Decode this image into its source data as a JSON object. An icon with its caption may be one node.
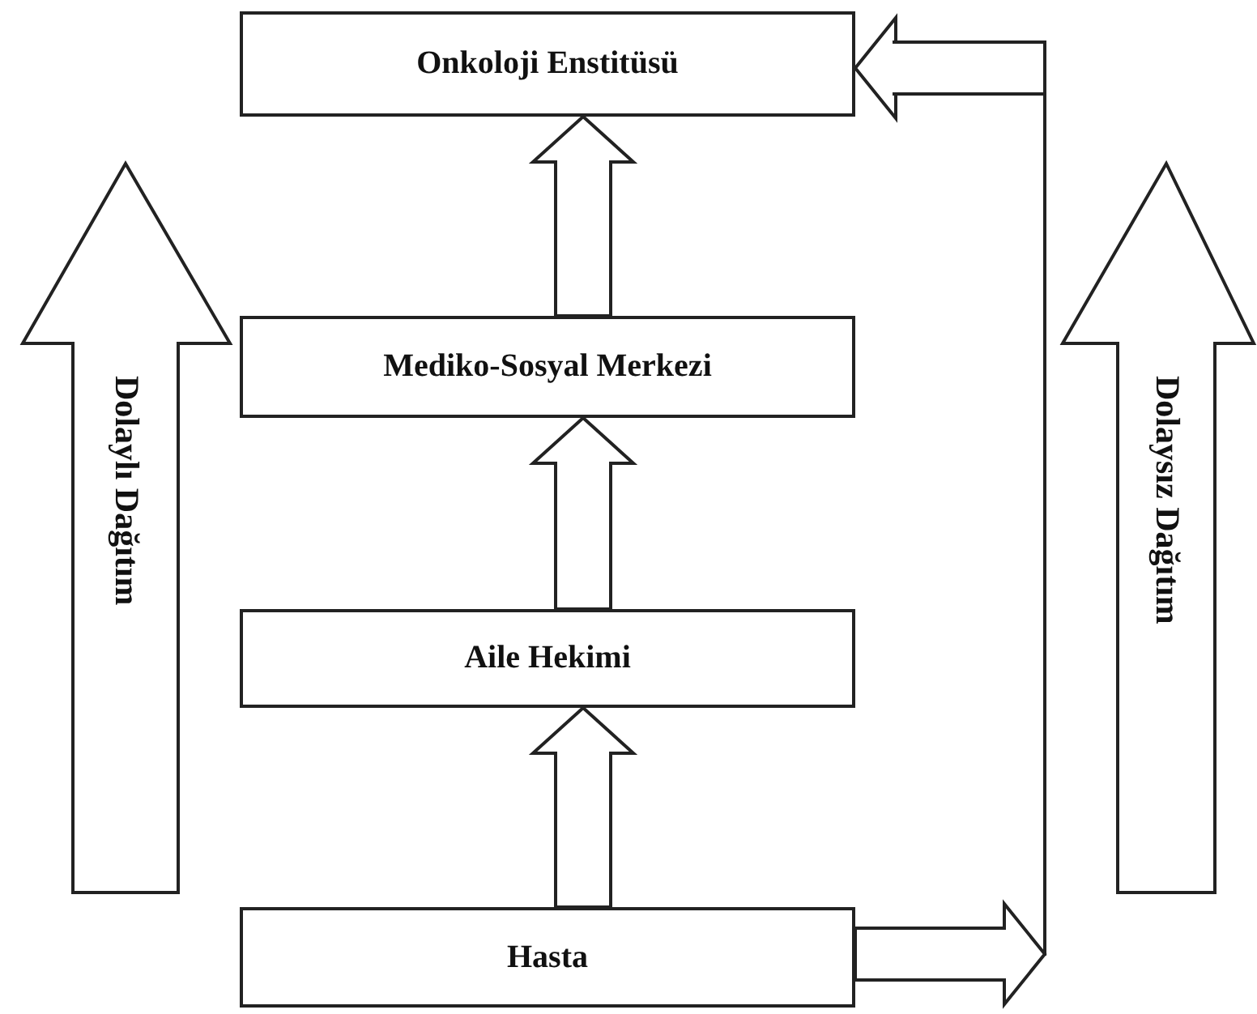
{
  "diagram": {
    "nodes": [
      {
        "text": [
          "Onkoloji Enstitüsü"
        ]
      },
      {
        "text": [
          "Mediko-Sosyal Merkezi"
        ]
      },
      {
        "text": [
          "Aile Hekimi"
        ]
      },
      {
        "text": [
          "Hasta"
        ]
      },
      {
        "text": [
          "Dolaylı Dağıtım"
        ]
      },
      {
        "text": [
          "Dolaysız Dağıtım"
        ]
      }
    ],
    "edges": [
      {
        "from": 3,
        "to": 2,
        "arrow": "to"
      },
      {
        "from": 2,
        "to": 1,
        "arrow": "to"
      },
      {
        "from": 1,
        "to": 0,
        "arrow": "to"
      },
      {
        "from": 3,
        "to": 0,
        "arrow": "to"
      }
    ]
  }
}
